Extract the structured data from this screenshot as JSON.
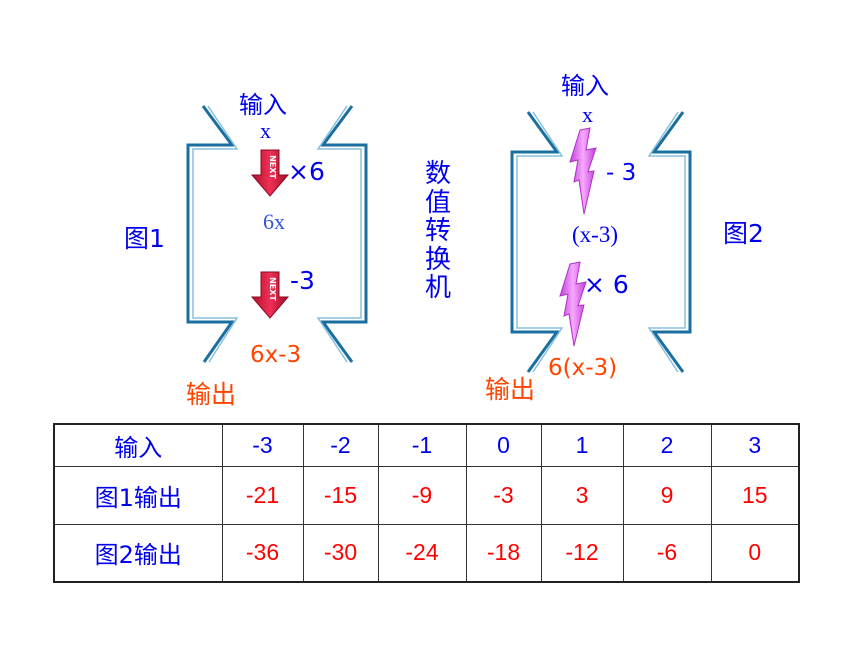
{
  "figure1": {
    "input_label": "输入",
    "input_var": "x",
    "op1": "×6",
    "mid": "6x",
    "op2": "-3",
    "result": "6x-3",
    "output_label": "输出",
    "caption": "图1",
    "arrow_badge": "NEXT"
  },
  "figure2": {
    "input_label": "输入",
    "input_var": "x",
    "op1": "- 3",
    "mid": "(x-3)",
    "op2": "× 6",
    "result": "6(x-3)",
    "output_label": "输出",
    "caption": "图2"
  },
  "center_title": [
    "数",
    "值",
    "转",
    "换",
    "机"
  ],
  "table": {
    "rows": [
      {
        "label": "输入",
        "values": [
          "-3",
          "-2",
          "-1",
          "0",
          "1",
          "2",
          "3"
        ]
      },
      {
        "label": "图1输出",
        "values": [
          "-21",
          "-15",
          "-9",
          "-3",
          "3",
          "9",
          "15"
        ]
      },
      {
        "label": "图2输出",
        "values": [
          "-36",
          "-30",
          "-24",
          "-18",
          "-12",
          "-6",
          "0"
        ]
      }
    ]
  },
  "colors": {
    "frame": "#1a6fa0",
    "text_blue": "#0000ee",
    "text_orange": "#ff4500",
    "text_red": "#ff0000",
    "next_arrow": "#e3173f",
    "lightning": "#e066ee"
  }
}
